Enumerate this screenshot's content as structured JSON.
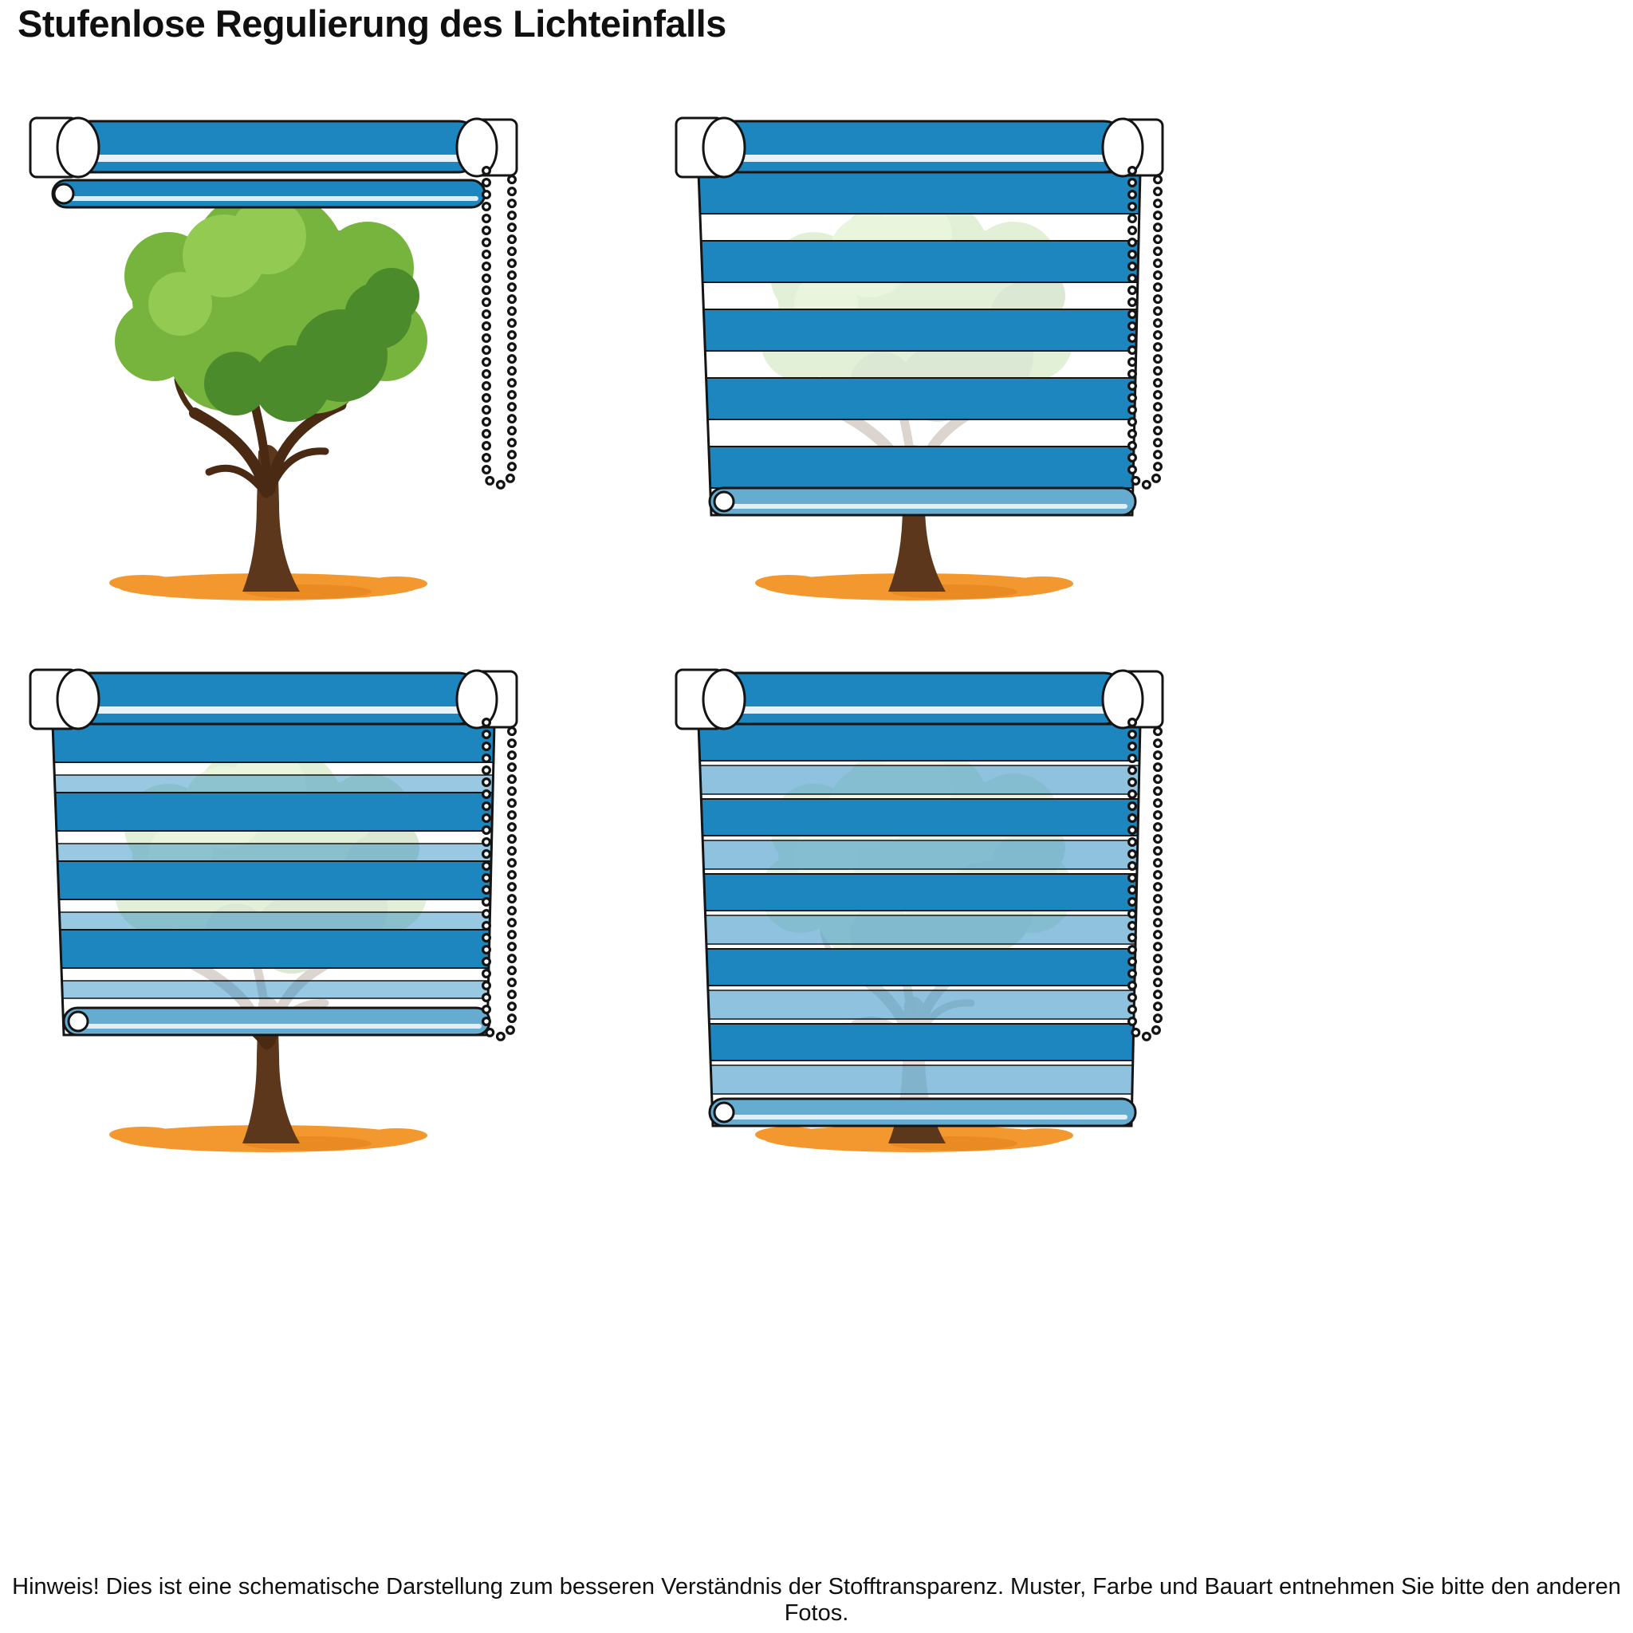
{
  "page": {
    "title": "Stufenlose Regulierung des Lichteinfalls",
    "footnote": "Hinweis! Dies ist eine schematische Darstellung zum besseren Verständnis der Stofftransparenz. Muster, Farbe und Bauart entnehmen Sie bitte den anderen Fotos."
  },
  "panels": [
    {
      "icon": "roller-blind-fully-raised-icon",
      "state": "blind rolled up, tree fully visible"
    },
    {
      "icon": "roller-blind-lowered-open-stripes-icon",
      "state": "blind lowered, sheer stripes open, tree faintly visible"
    },
    {
      "icon": "roller-blind-lowered-half-closed-icon",
      "state": "blind lowered, stripes partially shifted"
    },
    {
      "icon": "roller-blind-lowered-closed-icon",
      "state": "blind lowered, stripes closed, view blocked"
    }
  ],
  "colors": {
    "blue": "#1d86be",
    "tube_light": "#66acd1",
    "outline": "#141414",
    "foliage": "#76b43e",
    "foliage_dark": "#4c8b2b",
    "foliage_light": "#92ca52",
    "trunk": "#5d371c",
    "branch": "#4a2a13",
    "ground": "#f2982f",
    "ground_dark": "#e2811c",
    "text": "#101010",
    "chain_bead": "#ffffff"
  }
}
